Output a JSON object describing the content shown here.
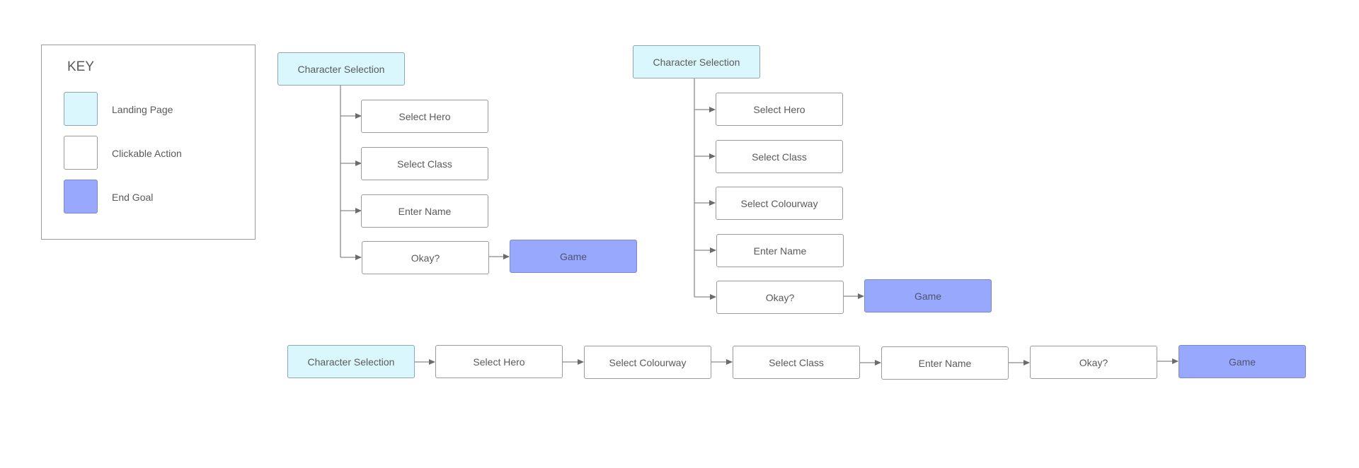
{
  "colors": {
    "landing_fill": "#d9f7fd",
    "action_fill": "#ffffff",
    "goal_fill": "#97a8fd",
    "border": "#9a9a9a",
    "connector": "#6b6b6b",
    "text": "#5a5a5a"
  },
  "key": {
    "title": "KEY",
    "items": [
      {
        "label": "Landing Page",
        "type": "landing"
      },
      {
        "label": "Clickable Action",
        "type": "action"
      },
      {
        "label": "End Goal",
        "type": "goal"
      }
    ]
  },
  "flow1": {
    "root": "Character Selection",
    "steps": [
      "Select Hero",
      "Select Class",
      "Enter Name",
      "Okay?"
    ],
    "goal": "Game"
  },
  "flow2": {
    "root": "Character Selection",
    "steps": [
      "Select Hero",
      "Select Class",
      "Select Colourway",
      "Enter Name",
      "Okay?"
    ],
    "goal": "Game"
  },
  "flow3": {
    "steps": [
      "Character Selection",
      "Select Hero",
      "Select Colourway",
      "Select Class",
      "Enter Name",
      "Okay?",
      "Game"
    ]
  }
}
